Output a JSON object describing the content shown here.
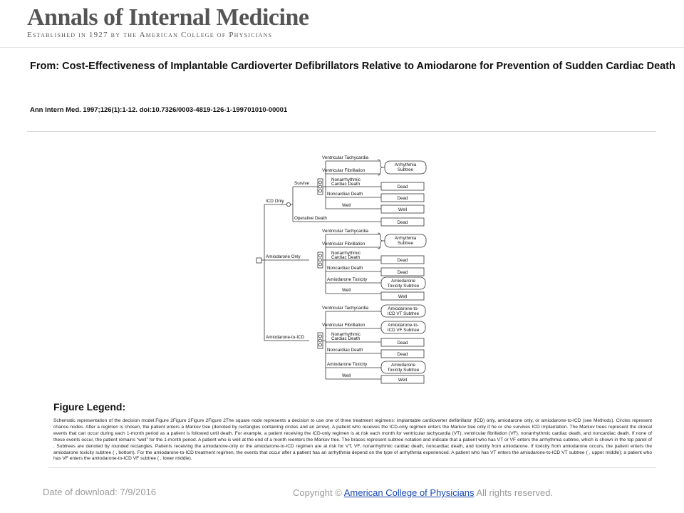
{
  "header": {
    "journal_title": "Annals of Internal Medicine",
    "journal_subtitle": "Established in 1927 by the American College of Physicians"
  },
  "article": {
    "from_label": "From: Cost-Effectiveness of Implantable Cardioverter Defibrillators Relative to Amiodarone for Prevention of Sudden Cardiac Death",
    "citation": "Ann Intern Med. 1997;126(1):1-12. doi:10.7326/0003-4819-126-1-199701010-00001"
  },
  "diagram": {
    "branches": {
      "icd": "ICD Only",
      "amio": "Amiodarone Only",
      "amio_icd": "Amiodarone-to-ICD",
      "survive": "Survive",
      "operative_death": "Operative Death"
    },
    "events": {
      "vt": "Ventricular Tachycardia",
      "vf": "Ventricular Fibrillation",
      "nonarr_1": "Nonarrhythmic",
      "nonarr_2": "Cardiac Death",
      "noncardiac": "Noncardiac Death",
      "well": "Well",
      "toxicity": "Amiodarone Toxicity"
    },
    "outcomes": {
      "dead": "Dead",
      "well": "Well",
      "arrhythmia_1": "Arrhythmia",
      "arrhythmia_2": "Subtree",
      "toxicity_1": "Amiodarone",
      "toxicity_2": "Toxicity Subtree",
      "icdvt_1": "Amiodarone-to-",
      "icdvt_2": "ICD VT Subtree",
      "icdvf_1": "Amiodarone-to-",
      "icdvf_2": "ICD VF Subtree"
    }
  },
  "legend": {
    "title": "Figure Legend:",
    "text": "Schematic representation of the decision model.Figure 2Figure 2Figure 2Figure 2The square node represents a decision to use one of three treatment regimens: implantable cardioverter defibrillator (ICD) only, amiodarone only, or amiodarone-to-ICD (see Methods). Circles represent chance nodes. After a regimen is chosen, the patient enters a Markov tree (denoted by rectangles containing circles and an arrow). A patient who receives the ICD-only regimen enters the Markov tree only if he or she survives ICD implantation. The Markov trees represent the clinical events that can occur during each 1-month period as a patient is followed until death. For example, a patient receiving the ICD-only regimen is at risk each month for ventricular tachycardia (VT), ventricular fibrillation (VF), nonarrhythmic cardiac death, and noncardiac death. If none of these events occur, the patient remains “well” for the 1-month period. A patient who is well at the end of a month reenters the Markov tree. The braces represent subtree notation and indicate that a patient who has VT or VF enters the arrhythmia subtree, which is shown in the top panel of . Subtrees are denoted by rounded rectangles. Patients receiving the amiodarone-only or the amiodarone-to-ICD regimen are at risk for VT, VF, nonarrhythmic cardiac death, noncardiac death, and toxicity from amiodarone. If toxicity from amiodarone occurs, the patient enters the amiodarone toxicity subtree ( , bottom). For the amiodarone-to-ICD treatment regimen, the events that occur after a patient has an arrhythmia depend on the type of arrhythmia experienced. A patient who has VT enters the amiodarone-to-ICD VT subtree ( , upper middle); a patient who has VF enters the amiodarone-to-ICD VF subtree ( , lower middle)."
  },
  "footer": {
    "download_label": "Date of download:",
    "download_date": "7/9/2016",
    "copyright_prefix": "Copyright ©",
    "copyright_link": "American College of Physicians",
    "copyright_suffix": "All rights reserved."
  }
}
